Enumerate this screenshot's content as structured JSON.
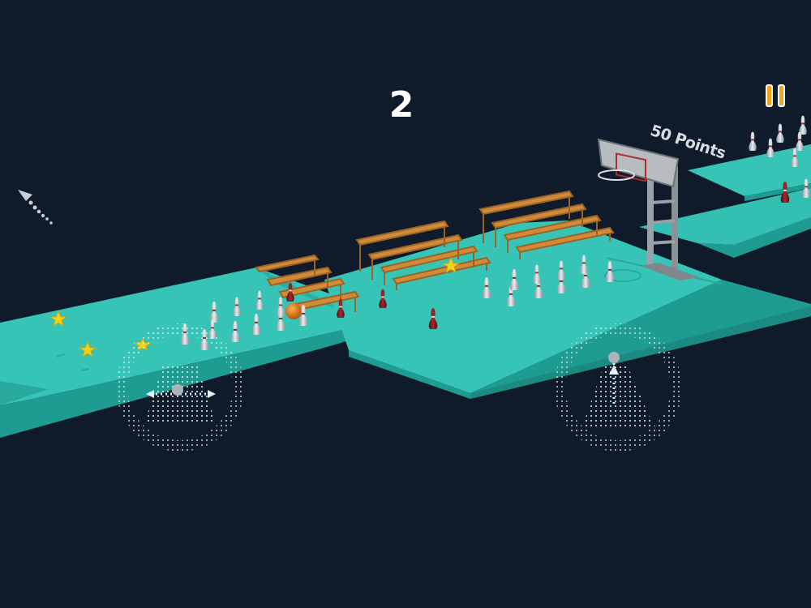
{
  "hud": {
    "score": "2",
    "pause_icon": "pause-icon"
  },
  "scene": {
    "hoop_label": "50 Points"
  },
  "colors": {
    "background": "#0f1b2b",
    "lane": "#33bfb2",
    "lane_side": "#1d8f86",
    "bench": "#d08a3a",
    "pin_white": "#d9d9d9",
    "pin_red": "#8a1d22",
    "star": "#f2d21b",
    "ball": "#e8871e",
    "pause": "#f6a21c"
  },
  "controls": {
    "left_joystick": "horizontal-swipe-control",
    "right_joystick": "forward-swipe-control",
    "direction_hint": "direction-arrow-icon"
  }
}
